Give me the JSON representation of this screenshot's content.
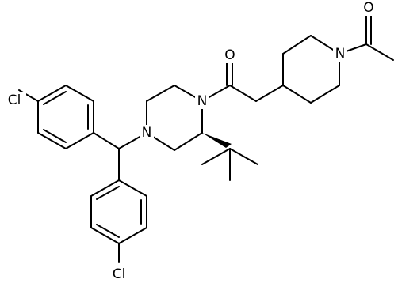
{
  "molecule": {
    "atom_labels": {
      "O_top": "O",
      "N_acetyl": "N",
      "O_mid": "O",
      "N_amide": "N",
      "N_benzhydryl": "N",
      "Cl_top": "Cl",
      "Cl_bottom": "Cl"
    }
  }
}
